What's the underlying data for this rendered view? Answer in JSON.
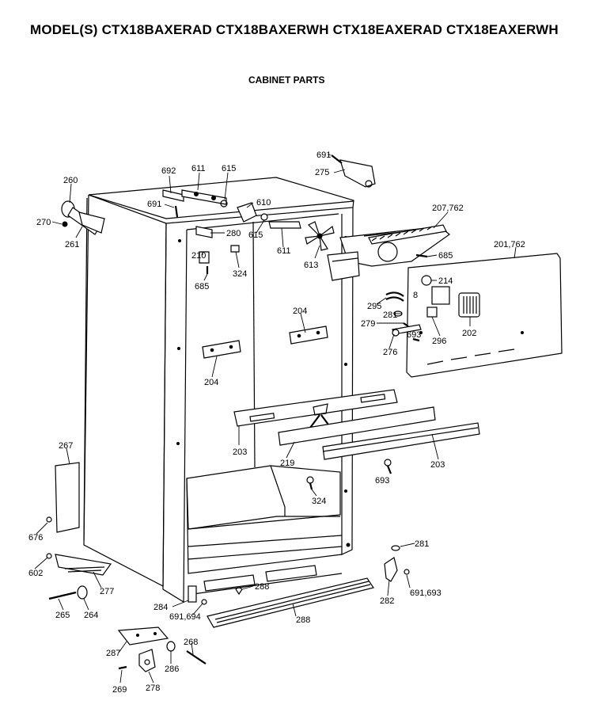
{
  "header": {
    "model_title": "MODEL(S) CTX18BAXERAD  CTX18BAXERWH  CTX18EAXERAD  CTX18EAXERWH",
    "section_title": "CABINET PARTS"
  },
  "part_labels": [
    {
      "id": "l691a",
      "text": "691"
    },
    {
      "id": "l275",
      "text": "275"
    },
    {
      "id": "l260",
      "text": "260"
    },
    {
      "id": "l270",
      "text": "270"
    },
    {
      "id": "l261",
      "text": "261"
    },
    {
      "id": "l692",
      "text": "692"
    },
    {
      "id": "l611a",
      "text": "611"
    },
    {
      "id": "l615a",
      "text": "615"
    },
    {
      "id": "l691b",
      "text": "691"
    },
    {
      "id": "l610",
      "text": "610"
    },
    {
      "id": "l280",
      "text": "280"
    },
    {
      "id": "l615b",
      "text": "615"
    },
    {
      "id": "l210",
      "text": "210"
    },
    {
      "id": "l611b",
      "text": "611"
    },
    {
      "id": "l324a",
      "text": "324"
    },
    {
      "id": "l613",
      "text": "613"
    },
    {
      "id": "l685a",
      "text": "685"
    },
    {
      "id": "l207",
      "text": "207,762"
    },
    {
      "id": "l201",
      "text": "201,762"
    },
    {
      "id": "l685b",
      "text": "685"
    },
    {
      "id": "l214",
      "text": "214"
    },
    {
      "id": "l295",
      "text": "295"
    },
    {
      "id": "l8",
      "text": "8"
    },
    {
      "id": "l281a",
      "text": "281"
    },
    {
      "id": "l279",
      "text": "279"
    },
    {
      "id": "l693a",
      "text": "693"
    },
    {
      "id": "l296",
      "text": "296"
    },
    {
      "id": "l202",
      "text": "202"
    },
    {
      "id": "l276",
      "text": "276"
    },
    {
      "id": "l204a",
      "text": "204"
    },
    {
      "id": "l204b",
      "text": "204"
    },
    {
      "id": "l203a",
      "text": "203"
    },
    {
      "id": "l219",
      "text": "219"
    },
    {
      "id": "l203b",
      "text": "203"
    },
    {
      "id": "l693b",
      "text": "693"
    },
    {
      "id": "l267",
      "text": "267"
    },
    {
      "id": "l324b",
      "text": "324"
    },
    {
      "id": "l676",
      "text": "676"
    },
    {
      "id": "l281b",
      "text": "281"
    },
    {
      "id": "l602",
      "text": "602"
    },
    {
      "id": "l277",
      "text": "277"
    },
    {
      "id": "l288a",
      "text": "288"
    },
    {
      "id": "l282",
      "text": "282"
    },
    {
      "id": "l691c",
      "text": "691,693"
    },
    {
      "id": "l265",
      "text": "265"
    },
    {
      "id": "l264",
      "text": "264"
    },
    {
      "id": "l284",
      "text": "284"
    },
    {
      "id": "l691d",
      "text": "691,694"
    },
    {
      "id": "l288b",
      "text": "288"
    },
    {
      "id": "l268",
      "text": "268"
    },
    {
      "id": "l287",
      "text": "287"
    },
    {
      "id": "l286",
      "text": "286"
    },
    {
      "id": "l269",
      "text": "269"
    },
    {
      "id": "l278",
      "text": "278"
    }
  ]
}
